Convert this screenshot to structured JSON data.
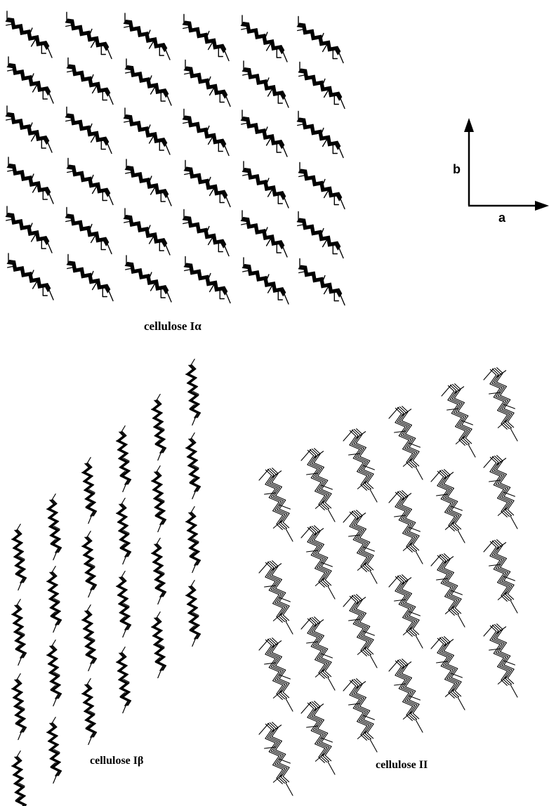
{
  "panels": {
    "alpha": {
      "caption": "cellulose Iα"
    },
    "beta": {
      "caption": "cellulose Iβ"
    },
    "two": {
      "caption": "cellulose II"
    }
  },
  "axes": {
    "a_label": "a",
    "b_label": "b"
  },
  "colors": {
    "ink": "#000000",
    "background": "#ffffff"
  }
}
